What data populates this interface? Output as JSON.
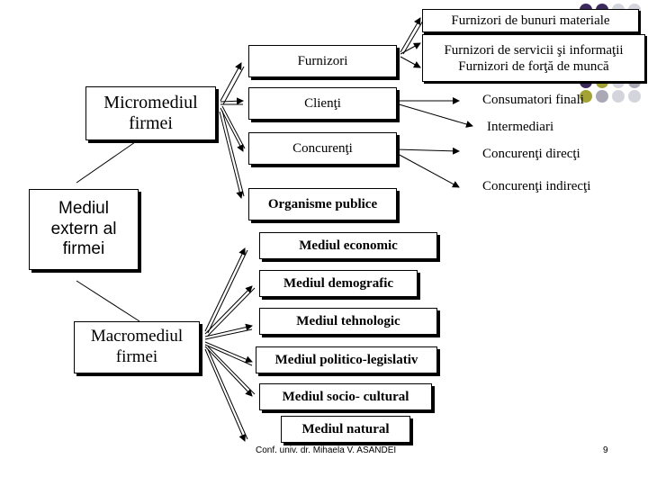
{
  "left_boxes": {
    "micromediu": "Micromediul firmei",
    "mediu_extern": "Mediul extern al firmei",
    "macromediu": "Macromediul firmei"
  },
  "micro_items": {
    "furnizori": "Furnizori",
    "clienti": "Clienţi",
    "concurenti": "Concurenţi",
    "organisme": "Organisme publice"
  },
  "furnizori_sub": {
    "bunuri": "Furnizori de bunuri materiale",
    "servicii": "Furnizori de servicii şi informaţii",
    "forta": "Furnizori de forţă de muncă"
  },
  "clienti_sub": {
    "consumatori": "Consumatori finali",
    "intermediari": "Intermediari"
  },
  "concurenti_sub": {
    "directi": "Concurenţi direcţi",
    "indirecti": "Concurenţi indirecţi"
  },
  "macro_items": {
    "economic": "Mediul economic",
    "demografic": "Mediul demografic",
    "tehnologic": "Mediul tehnologic",
    "politico": "Mediul politico-legislativ",
    "socio": "Mediul socio- cultural",
    "natural": "Mediul natural"
  },
  "footer": {
    "author": "Conf. univ. dr. Mihaela V. ASANDEI",
    "page": "9"
  },
  "colors": {
    "dot_dark_purple": "#3d2a5c",
    "dot_olive": "#a3a334",
    "dot_gray": "#a9a9b6",
    "dot_light": "#d4d4dc"
  }
}
